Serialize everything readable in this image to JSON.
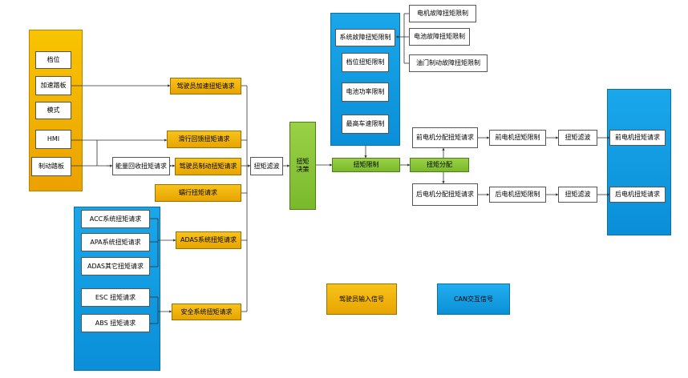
{
  "driver_inputs": {
    "gear": "档位",
    "accel_pedal": "加速踏板",
    "mode": "模式",
    "hmi": "HMI",
    "brake_pedal": "制动踏板"
  },
  "requests": {
    "driver_accel": "驾驶员加速扭矩请求",
    "coast_regen": "滑行回馈扭矩请求",
    "regen_brake": "能量回收扭矩请求",
    "driver_brake": "驾驶员制动扭矩请求",
    "creep": "蠕行扭矩请求",
    "adas": "ADAS系统扭矩请求",
    "safety": "安全系统扭矩请求"
  },
  "adas_inputs": {
    "acc": "ACC系统扭矩请求",
    "apa": "APA系统扭矩请求",
    "adas_other": "ADAS其它扭矩请求",
    "esc": "ESC 扭矩请求",
    "abs": "ABS 扭矩请求"
  },
  "processing": {
    "filter": "扭矩滤波",
    "decision": "扭矩决策",
    "limit": "扭矩限制",
    "distribution": "扭矩分配"
  },
  "limits": {
    "system_fault": "系统故障扭矩限制",
    "gear_limit": "档位扭矩限制",
    "battery_power": "电池功率限制",
    "max_speed": "最高车速限制",
    "motor_fault": "电机故障扭矩限制",
    "battery_fault": "电池故障扭矩限制",
    "throttle_brake_fault": "油门制动故障扭矩限制"
  },
  "front_path": {
    "dist": "前电机分配扭矩请求",
    "limit": "前电机扭矩限制",
    "filter": "扭矩滤波",
    "out": "前电机扭矩请求"
  },
  "rear_path": {
    "dist": "后电机分配扭矩请求",
    "limit": "后电机扭矩限制",
    "filter": "扭矩滤波",
    "out": "后电机扭矩请求"
  },
  "legend": {
    "driver_signal": "驾驶员输入信号",
    "can_signal": "CAN交互信号"
  },
  "colors": {
    "orange": "#f0b000",
    "blue": "#0a90d6",
    "green": "#86c23a"
  }
}
